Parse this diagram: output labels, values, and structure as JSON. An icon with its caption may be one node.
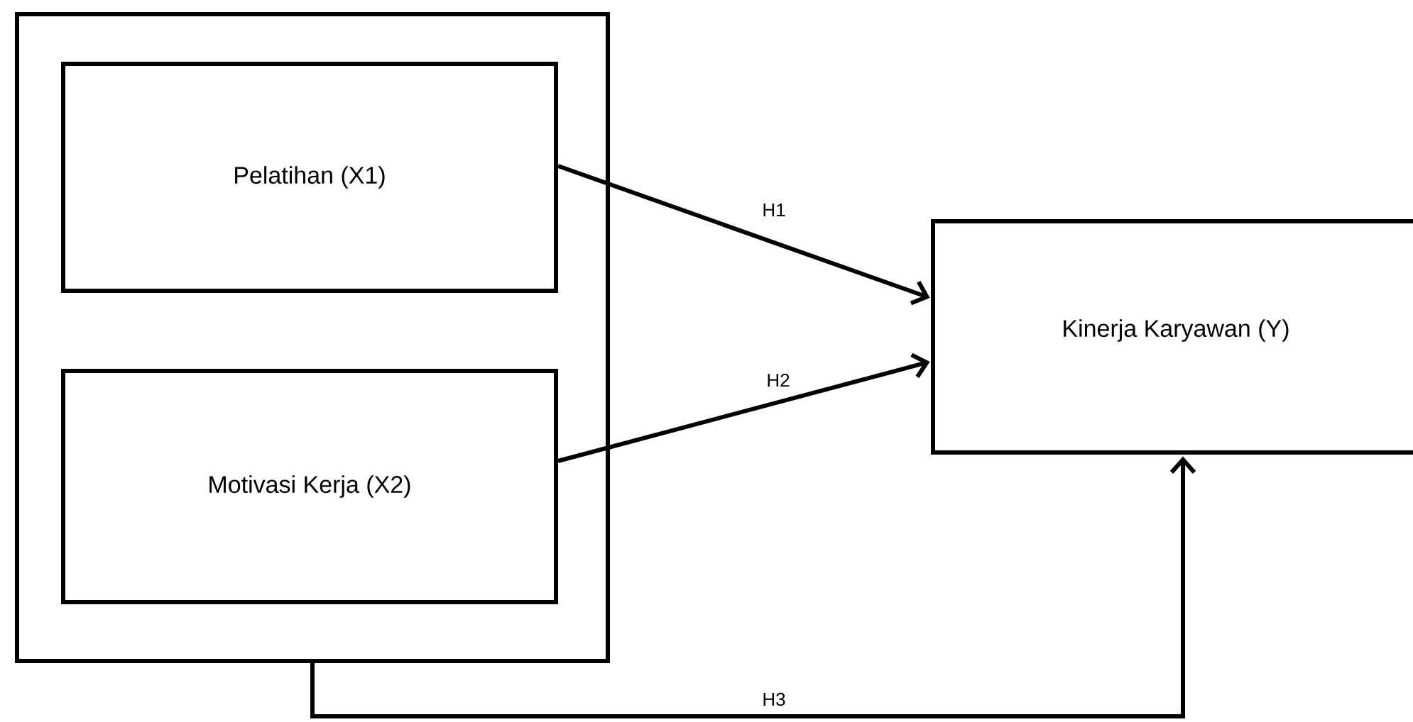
{
  "diagram": {
    "nodes": [
      {
        "text": [],
        "shape": "box"
      },
      {
        "text": [
          "Pelatihan (X1)"
        ],
        "in": 0
      },
      {
        "text": [
          "Motivasi Kerja (X2)"
        ],
        "in": 0
      },
      {
        "text": [
          "Kinerja Karyawan (Y)"
        ]
      }
    ],
    "edges": [
      {
        "from": 1,
        "to": 3,
        "arrow": "to",
        "label": "H1"
      },
      {
        "from": 2,
        "to": 3,
        "arrow": "to",
        "label": "H2"
      },
      {
        "from": 0,
        "to": 3,
        "arrow": "to",
        "label": "H3"
      }
    ]
  }
}
